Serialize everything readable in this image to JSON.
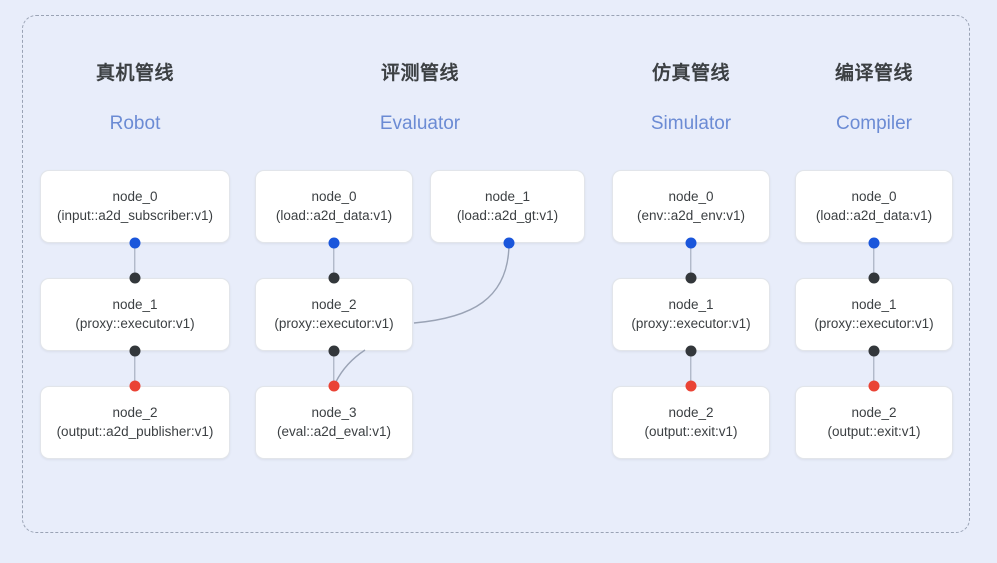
{
  "diagram": {
    "background_color": "#e8edfa",
    "frame_border_color": "#9aa3b5",
    "dot_colors": {
      "input": "#1a56db",
      "internal": "#33373b",
      "output": "#ea4335"
    },
    "edge_color": "#9aa3b5"
  },
  "columns": [
    {
      "id": "robot",
      "title_cn": "真机管线",
      "title_en": "Robot",
      "nodes": [
        {
          "name": "node_0",
          "signature": "(input::a2d_subscriber:v1)"
        },
        {
          "name": "node_1",
          "signature": "(proxy::executor:v1)"
        },
        {
          "name": "node_2",
          "signature": "(output::a2d_publisher:v1)"
        }
      ]
    },
    {
      "id": "evaluator",
      "title_cn": "评测管线",
      "title_en": "Evaluator",
      "nodes": [
        {
          "name": "node_0",
          "signature": "(load::a2d_data:v1)"
        },
        {
          "name": "node_1",
          "signature": "(load::a2d_gt:v1)"
        },
        {
          "name": "node_2",
          "signature": "(proxy::executor:v1)"
        },
        {
          "name": "node_3",
          "signature": "(eval::a2d_eval:v1)"
        }
      ]
    },
    {
      "id": "simulator",
      "title_cn": "仿真管线",
      "title_en": "Simulator",
      "nodes": [
        {
          "name": "node_0",
          "signature": "(env::a2d_env:v1)"
        },
        {
          "name": "node_1",
          "signature": "(proxy::executor:v1)"
        },
        {
          "name": "node_2",
          "signature": "(output::exit:v1)"
        }
      ]
    },
    {
      "id": "compiler",
      "title_cn": "编译管线",
      "title_en": "Compiler",
      "nodes": [
        {
          "name": "node_0",
          "signature": "(load::a2d_data:v1)"
        },
        {
          "name": "node_1",
          "signature": "(proxy::executor:v1)"
        },
        {
          "name": "node_2",
          "signature": "(output::exit:v1)"
        }
      ]
    }
  ]
}
